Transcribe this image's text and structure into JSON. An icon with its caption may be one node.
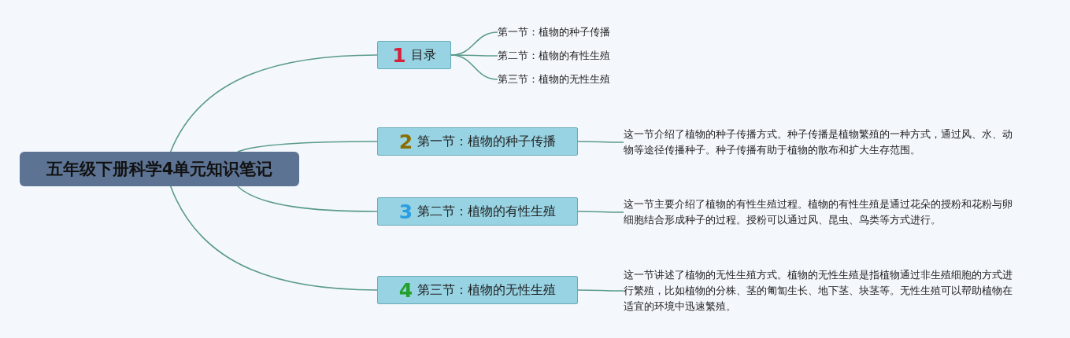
{
  "diagram": {
    "nodes": [
      {
        "text": [
          "五年级下册科学4单元知识笔记"
        ]
      },
      {
        "text": [
          "1",
          "目录"
        ]
      },
      {
        "text": [
          "第一节：植物的种子传播"
        ]
      },
      {
        "text": [
          "第二节：植物的有性生殖"
        ]
      },
      {
        "text": [
          "第三节：植物的无性生殖"
        ]
      },
      {
        "text": [
          "2",
          "第一节：植物的种子传播"
        ]
      },
      {
        "text": [
          "3",
          "第二节：植物的有性生殖"
        ]
      },
      {
        "text": [
          "4",
          "第三节：植物的无性生殖"
        ]
      },
      {
        "text": [
          "这一节介绍了植物的种子传播方式。种子传播是植物繁殖的一种方式，通过风、水、动物等途径传播种子。种子传播有助于植物的散布和扩大生存范围。"
        ]
      },
      {
        "text": [
          "这一节主要介绍了植物的有性生殖过程。植物的有性生殖是通过花朵的授粉和花粉与卵细胞结合形成种子的过程。授粉可以通过风、昆虫、鸟类等方式进行。"
        ]
      },
      {
        "text": [
          "这一节讲述了植物的无性生殖方式。植物的无性生殖是指植物通过非生殖细胞的方式进行繁殖，比如植物的分株、茎的匍匐生长、地下茎、块茎等。无性生殖可以帮助植物在适宜的环境中迅速繁殖。"
        ]
      }
    ],
    "edges": [
      {
        "from": 0,
        "to": 1,
        "arrow": "none"
      },
      {
        "from": 0,
        "to": 5,
        "arrow": "none"
      },
      {
        "from": 0,
        "to": 6,
        "arrow": "none"
      },
      {
        "from": 0,
        "to": 7,
        "arrow": "none"
      },
      {
        "from": 1,
        "to": 2,
        "arrow": "none"
      },
      {
        "from": 1,
        "to": 3,
        "arrow": "none"
      },
      {
        "from": 1,
        "to": 4,
        "arrow": "none"
      },
      {
        "from": 5,
        "to": 8,
        "arrow": "none"
      },
      {
        "from": 6,
        "to": 9,
        "arrow": "none"
      },
      {
        "from": 7,
        "to": 10,
        "arrow": "none"
      }
    ]
  }
}
